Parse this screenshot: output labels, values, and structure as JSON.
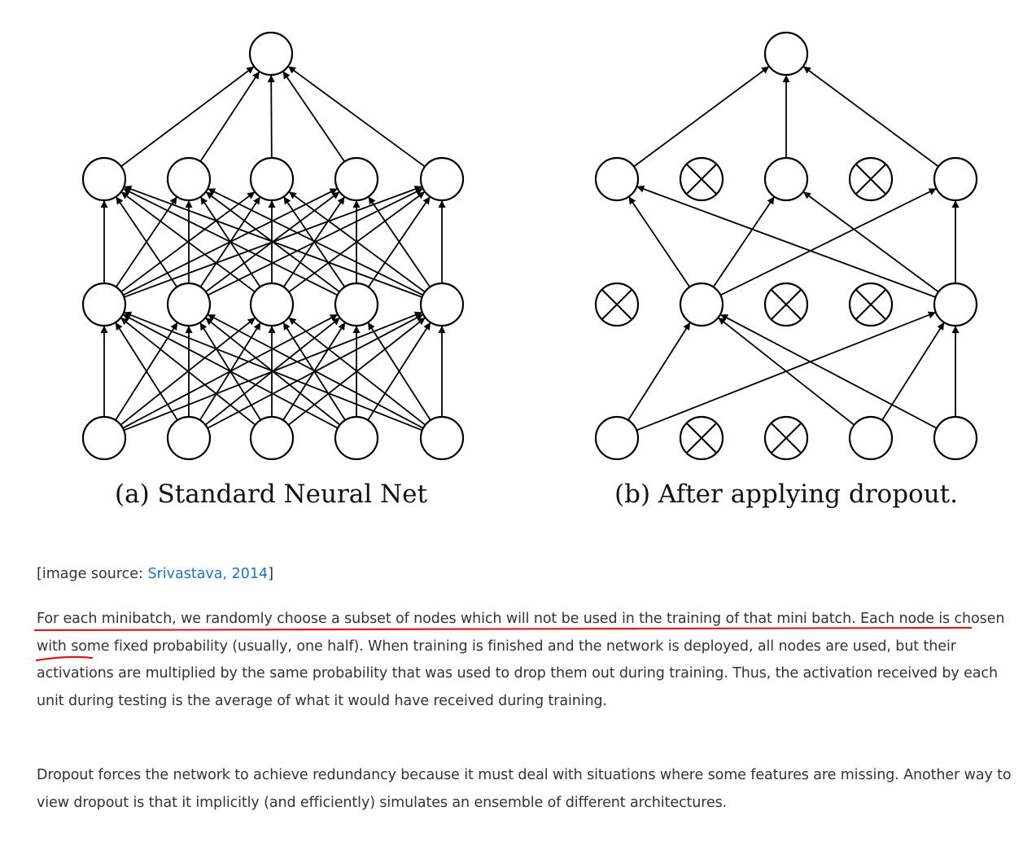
{
  "figure": {
    "panel_a": {
      "caption": "(a) Standard Neural Net"
    },
    "panel_b": {
      "caption": "(b) After applying dropout."
    }
  },
  "source": {
    "prefix": "[image source: ",
    "link_text": "Srivastava, 2014",
    "suffix": "]",
    "link_color": "#1a73c8"
  },
  "paragraphs": {
    "p1_underlined": "For each minibatch, we randomly choose a subset of nodes which will not be used in the training of that mini batch.",
    "p1_rest": " Each node is chosen with some fixed probability (usually, one half). When training is finished and the network is deployed, all nodes are used, but their activations are multiplied by the same probability that was used to drop them out during training. Thus, the activation received by each unit during testing is the average of what it would have received during training.",
    "p2": "Dropout forces the network to achieve redundancy because it must deal with situations where some features are missing.  Another way to view dropout is that it implicitly (and efficiently) simulates an ensemble of different architectures."
  },
  "annotation": {
    "underline_color": "#e0191e"
  }
}
